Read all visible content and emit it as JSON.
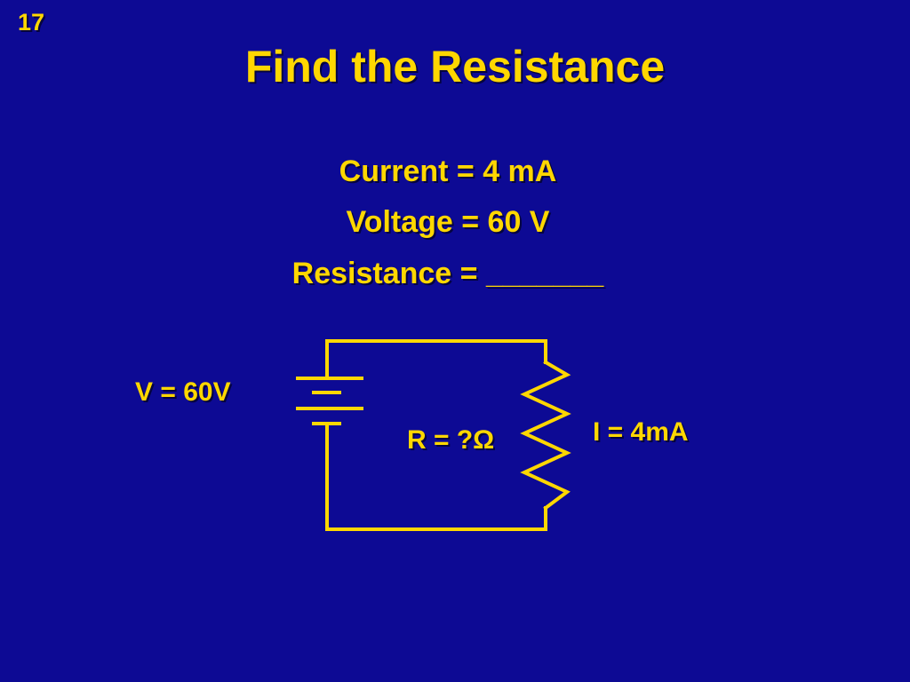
{
  "slide": {
    "number": "17",
    "title": "Find the Resistance"
  },
  "problem": {
    "current_line": "Current = 4 mA",
    "voltage_line": "Voltage = 60 V",
    "resistance_line": "Resistance = _______"
  },
  "circuit": {
    "voltage_label": "V = 60V",
    "resistance_label": "R = ?Ω",
    "current_label": "I = 4mA"
  },
  "colors": {
    "background": "#0d0a94",
    "text_and_wires": "#ffd700"
  }
}
